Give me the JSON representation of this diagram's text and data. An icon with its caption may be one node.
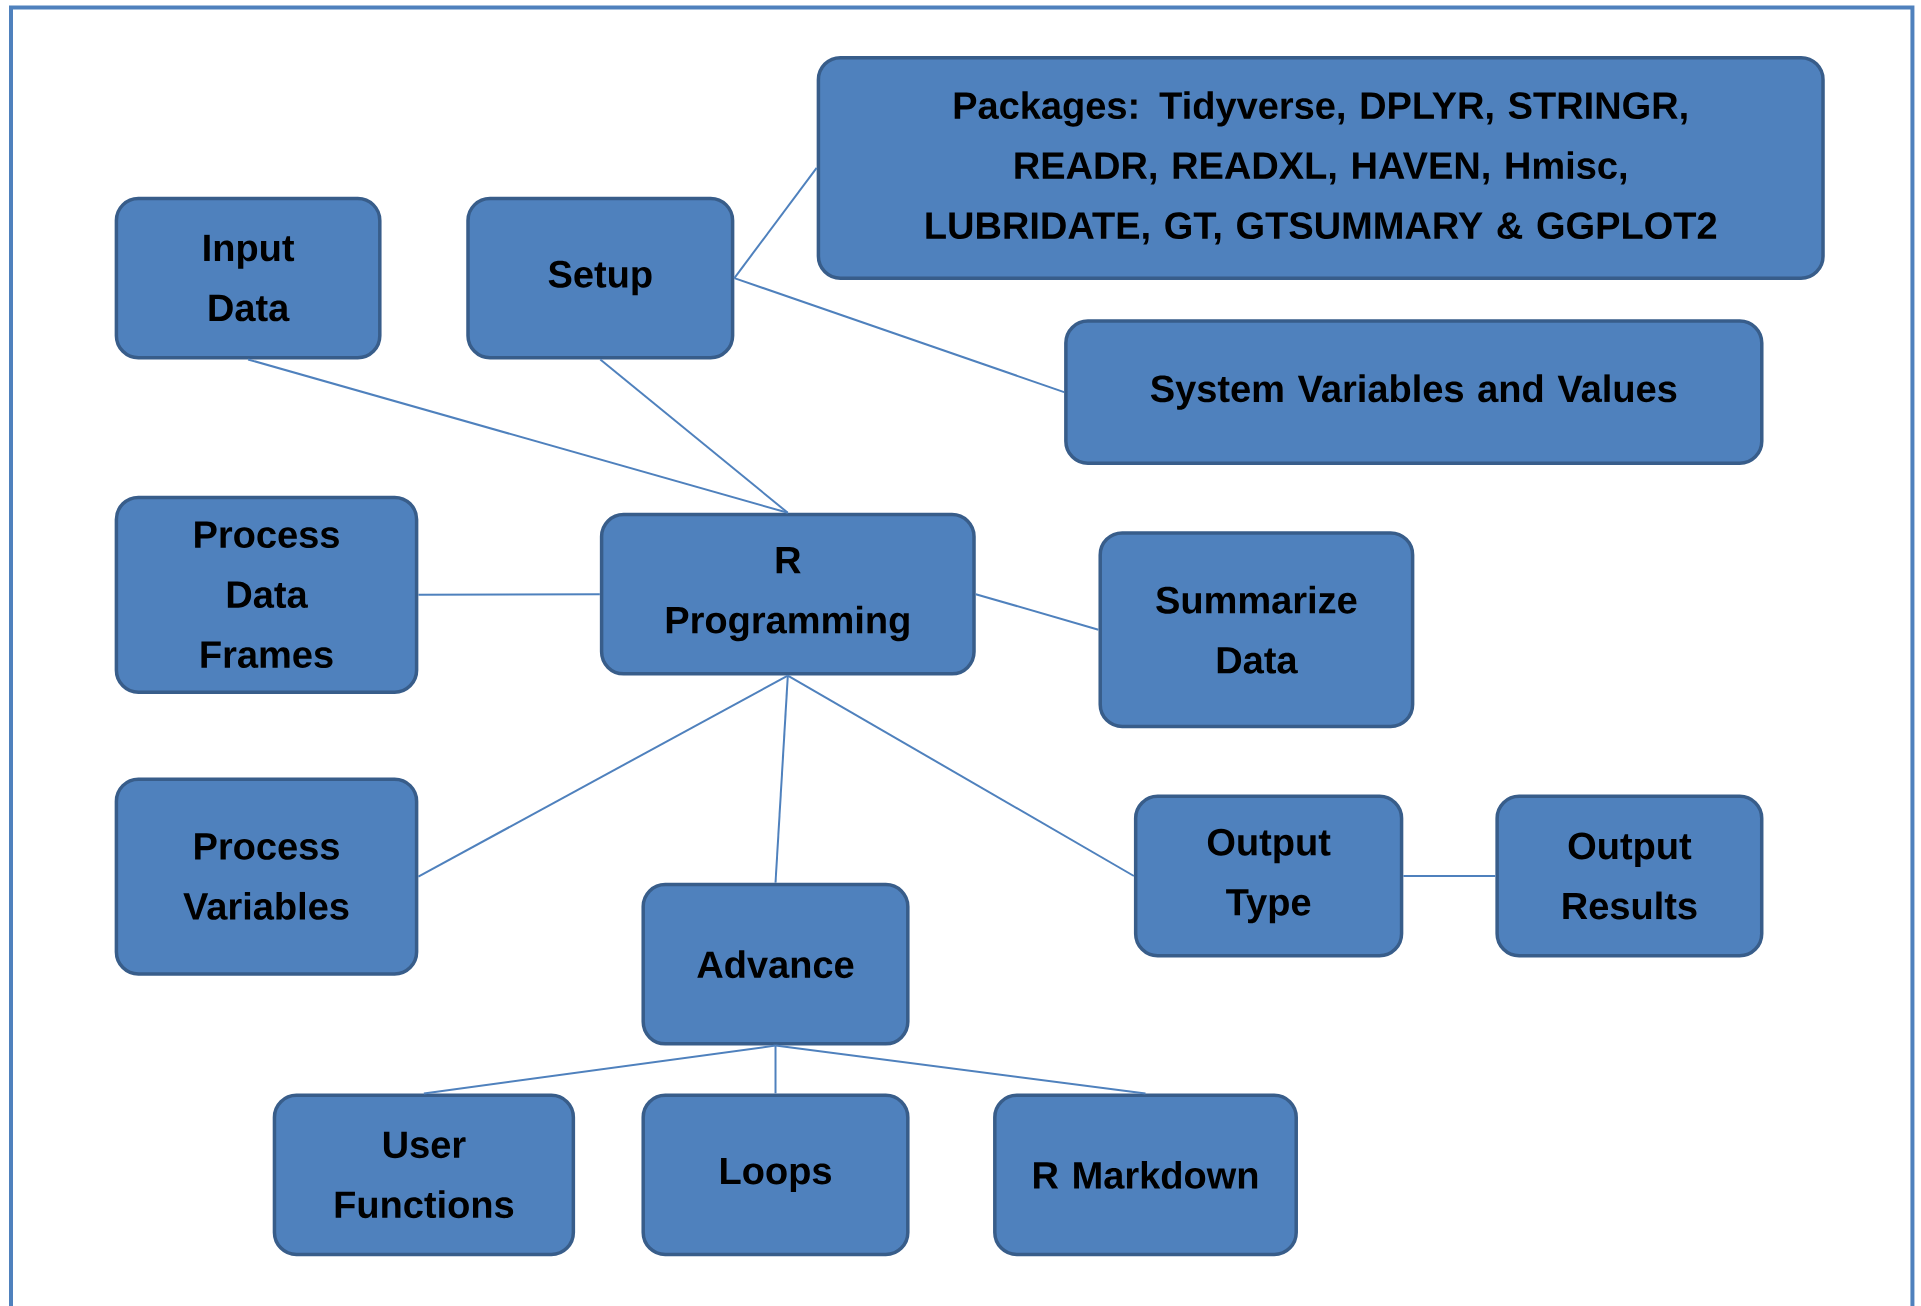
{
  "diagram": {
    "nodes": [
      {
        "text": [
          "Input Data"
        ]
      },
      {
        "text": [
          "Setup"
        ]
      },
      {
        "text": [
          "Packages: Tidyverse, DPLYR, STRINGR, READR, READXL, HAVEN, Hmisc, LUBRIDATE, GT, GTSUMMARY & GGPLOT2"
        ]
      },
      {
        "text": [
          "System Variables and Values"
        ]
      },
      {
        "text": [
          "Process Data Frames"
        ]
      },
      {
        "text": [
          "R Programming"
        ]
      },
      {
        "text": [
          "Summarize Data"
        ]
      },
      {
        "text": [
          "Process Variables"
        ]
      },
      {
        "text": [
          "Output Type"
        ]
      },
      {
        "text": [
          "Output Results"
        ]
      },
      {
        "text": [
          "Advance"
        ]
      },
      {
        "text": [
          "User Functions"
        ]
      },
      {
        "text": [
          "Loops"
        ]
      },
      {
        "text": [
          "R Markdown"
        ]
      }
    ],
    "edges": [
      {
        "from": 0,
        "to": 5,
        "arrow": "none"
      },
      {
        "from": 1,
        "to": 5,
        "arrow": "none"
      },
      {
        "from": 1,
        "to": 2,
        "arrow": "none"
      },
      {
        "from": 1,
        "to": 3,
        "arrow": "none"
      },
      {
        "from": 4,
        "to": 5,
        "arrow": "none"
      },
      {
        "from": 5,
        "to": 6,
        "arrow": "none"
      },
      {
        "from": 5,
        "to": 7,
        "arrow": "none"
      },
      {
        "from": 5,
        "to": 10,
        "arrow": "none"
      },
      {
        "from": 5,
        "to": 8,
        "arrow": "none"
      },
      {
        "from": 8,
        "to": 9,
        "arrow": "none"
      },
      {
        "from": 10,
        "to": 11,
        "arrow": "none"
      },
      {
        "from": 10,
        "to": 12,
        "arrow": "none"
      },
      {
        "from": 10,
        "to": 13,
        "arrow": "none"
      }
    ]
  }
}
